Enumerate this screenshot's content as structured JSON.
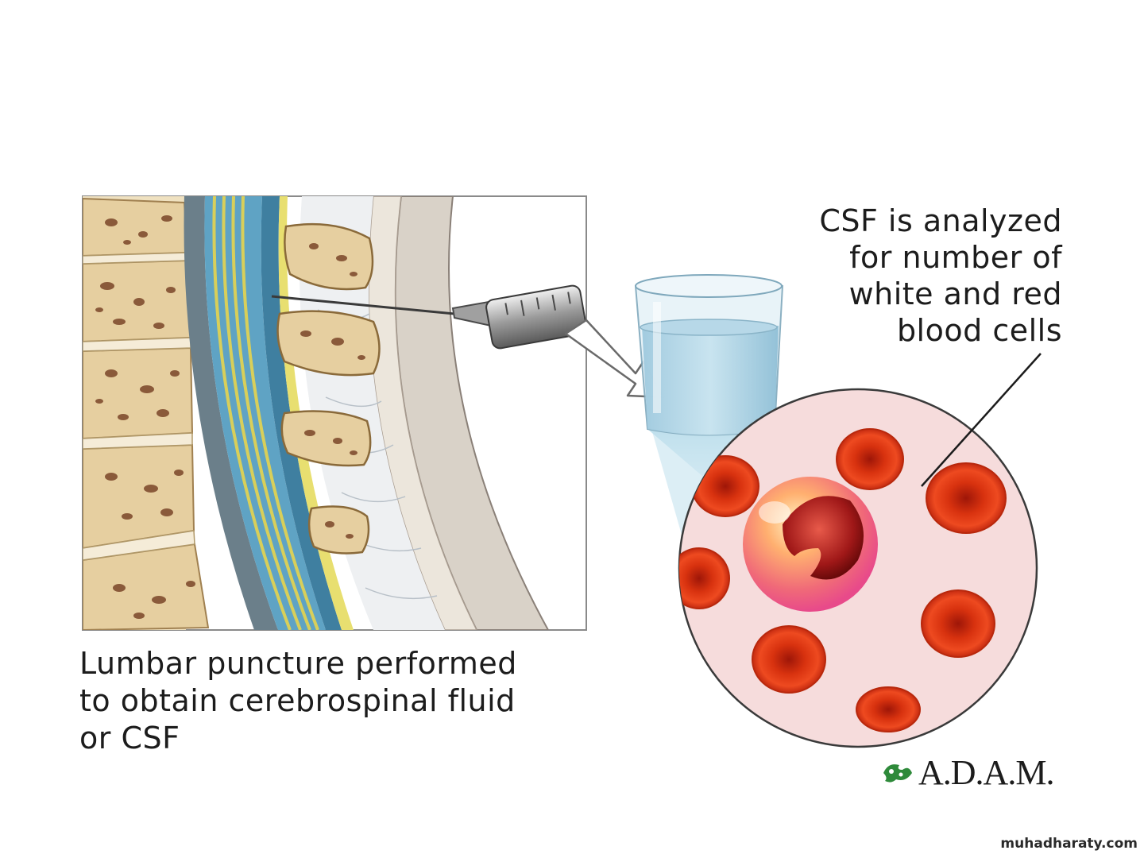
{
  "left_caption": {
    "line1": "Lumbar puncture performed",
    "line2": "to obtain cerebrospinal fluid",
    "line3": "or CSF"
  },
  "right_caption": {
    "line1": "CSF is analyzed",
    "line2": "for number of",
    "line3": "white and red",
    "line4": "blood cells"
  },
  "logo": {
    "text": "A.D.A.M."
  },
  "watermark": "muhadharaty.com",
  "colors": {
    "bone": "#e8d4a8",
    "bone_pore": "#8a5a3a",
    "csf_blue": "#5fa3c4",
    "nerve_yellow": "#d8cf5a",
    "red_cell": "#e03a1c",
    "magnifier_bg": "#f6dcdc"
  }
}
